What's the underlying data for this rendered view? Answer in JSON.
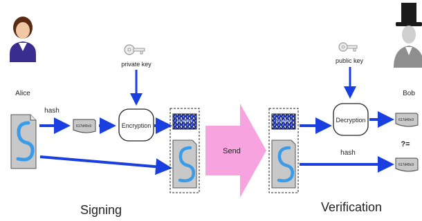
{
  "actors": {
    "sender": "Alice",
    "receiver": "Bob"
  },
  "keys": {
    "private_key": "private key",
    "public_key": "public key"
  },
  "steps": {
    "hash_left": "hash",
    "hash_right": "hash",
    "encryption": "Encryption",
    "decryption": "Decryption",
    "send": "Send",
    "compare": "?="
  },
  "digest_text": "617d49c9",
  "phases": {
    "signing": "Signing",
    "verification": "Verification"
  },
  "colors": {
    "arrow": "#1a3fe0",
    "send_arrow": "#f7a3df",
    "doc_fill": "#c8c8c8",
    "doc_curve": "#3a9be8",
    "encrypted_fill": "#1f2f9c"
  }
}
